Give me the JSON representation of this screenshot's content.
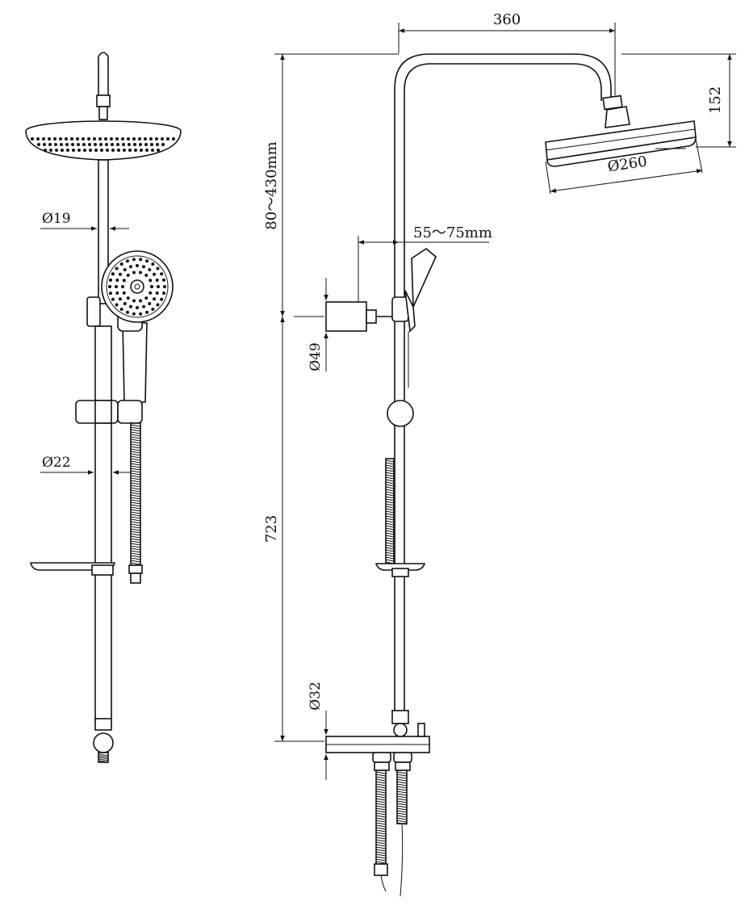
{
  "dimensions": {
    "arm_length": "360",
    "head_drop": "152",
    "head_diameter": "Ø260",
    "adjust_range": "80～430mm",
    "holder_offset": "55～75mm",
    "holder_diameter": "Ø49",
    "rail_height": "723",
    "mixer_diameter": "Ø32",
    "upper_pipe_diameter": "Ø19",
    "lower_pipe_diameter": "Ø22"
  },
  "colors": {
    "line": "#111111",
    "background": "#ffffff"
  }
}
